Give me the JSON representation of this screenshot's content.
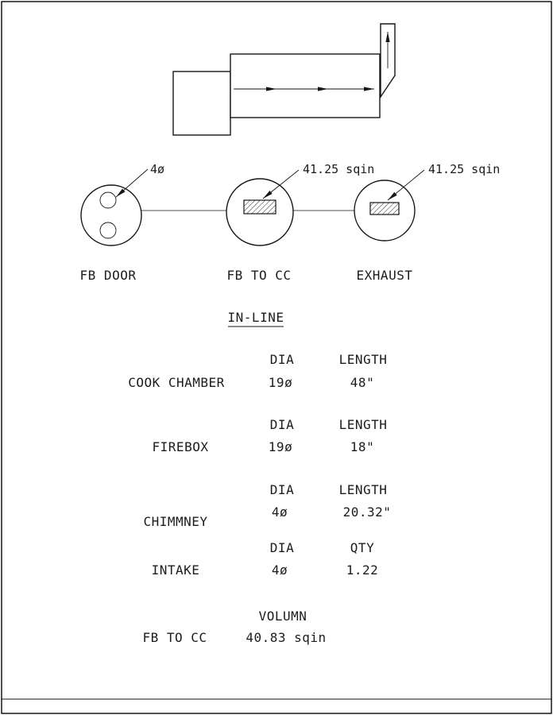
{
  "sheet": {
    "bg_color": "#ffffff",
    "line_color": "#161616"
  },
  "sections": {
    "fb_door": {
      "label": "FB DOOR",
      "dim": "4ø"
    },
    "fb_to_cc": {
      "label": "FB TO CC",
      "area": "41.25 sqin"
    },
    "exhaust": {
      "label": "EXHAUST",
      "area": "41.25 sqin"
    }
  },
  "table": {
    "title": "IN-LINE",
    "cook_chamber": {
      "label": "COOK CHAMBER",
      "dia_header": "DIA",
      "length_header": "LENGTH",
      "dia": "19ø",
      "length": "48\""
    },
    "firebox": {
      "label": "FIREBOX",
      "dia_header": "DIA",
      "length_header": "LENGTH",
      "dia": "19ø",
      "length": "18\""
    },
    "chimney": {
      "label": "CHIMMNEY",
      "dia_header": "DIA",
      "length_header": "LENGTH",
      "dia": "4ø",
      "length": "20.32\""
    },
    "intake": {
      "label": "INTAKE",
      "dia_header": "DIA",
      "qty_header": "QTY",
      "dia": "4ø",
      "qty": "1.22"
    },
    "fb_to_cc": {
      "label": "FB TO CC",
      "volume_header": "VOLUMN",
      "volume": "40.83 sqin"
    }
  }
}
